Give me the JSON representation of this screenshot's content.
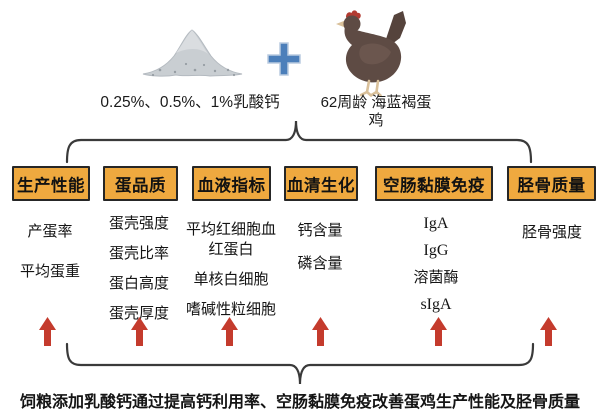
{
  "top": {
    "supplement_label": "0.25%、0.5%、1%乳酸钙",
    "plus_sign": "+",
    "hen_label_line1": "62周龄",
    "hen_label_line2": "海蓝褐蛋鸡"
  },
  "columns": [
    {
      "title": "生产性能",
      "items": [
        "产蛋率",
        "平均蛋重"
      ]
    },
    {
      "title": "蛋品质",
      "items": [
        "蛋壳强度",
        "蛋壳比率",
        "蛋白高度",
        "蛋壳厚度"
      ]
    },
    {
      "title": "血液指标",
      "items": [
        "平均红细胞血红蛋白",
        "单核白细胞",
        "嗜碱性粒细胞"
      ]
    },
    {
      "title": "血清生化",
      "items": [
        "钙含量",
        "磷含量"
      ]
    },
    {
      "title": "空肠黏膜免疫",
      "items": [
        "IgA",
        "IgG",
        "溶菌酶",
        "sIgA"
      ]
    },
    {
      "title": "胫骨质量",
      "items": [
        "胫骨强度"
      ]
    }
  ],
  "conclusion": "饲粮添加乳酸钙通过提高钙利用率、空肠黏膜免疫改善蛋鸡生产性能及胫骨质量",
  "icons": {
    "powder": "calcium-lactate-powder-pile",
    "plus": "plus-sign",
    "hen": "brown-laying-hen",
    "arrows": "red-up-arrow"
  },
  "colors": {
    "box_fill": "#efa93f",
    "box_border": "#262626",
    "arrow_red": "#c43b2d",
    "plus_blue": "#4c7fba",
    "powder_gray": "#c9ced2",
    "hen_body": "#5e4b44",
    "hen_comb": "#b23b31",
    "brace_line": "#3a3a3a"
  }
}
